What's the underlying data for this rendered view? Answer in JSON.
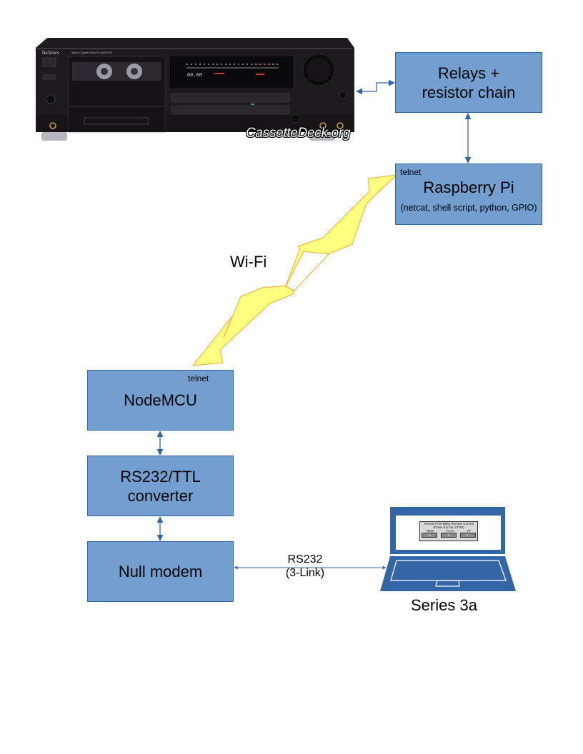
{
  "deck": {
    "brand": "Technics",
    "model_text": "Stereo Cassette Deck RS-B665 PXS",
    "display_counter": "00.00",
    "watermark": "CassetteDeck.org"
  },
  "boxes": {
    "relays": {
      "title_line1": "Relays +",
      "title_line2": "resistor chain"
    },
    "raspberry_pi": {
      "tag": "telnet",
      "title": "Raspberry Pi",
      "subtitle": "(netcat, shell script, python, GPIO)"
    },
    "nodemcu": {
      "tag": "telnet",
      "title": "NodeMCU"
    },
    "rs232_converter": {
      "title_line1": "RS232/TTL",
      "title_line2": "converter"
    },
    "null_modem": {
      "title": "Null modem"
    }
  },
  "links": {
    "wifi": {
      "label": "Wi-Fi"
    },
    "serial": {
      "label_line1": "RS232",
      "label_line2": "(3-Link)"
    }
  },
  "laptop": {
    "label": "Series 3a",
    "screen": {
      "title": "Technics RS-B665 Remote Control",
      "hint": "(Press Esc for STOP)",
      "buttons": [
        {
          "label": "REW",
          "key": "R"
        },
        {
          "label": "PLAY",
          "key": "P"
        },
        {
          "label": "FF",
          "key": "F"
        }
      ]
    }
  },
  "colors": {
    "box_fill": "#729fcf",
    "box_border": "#3465a4",
    "arrow": "#3465a4",
    "lightning_fill": "#ffff80",
    "lightning_stroke": "#f0a830",
    "laptop": "#3465a4"
  }
}
